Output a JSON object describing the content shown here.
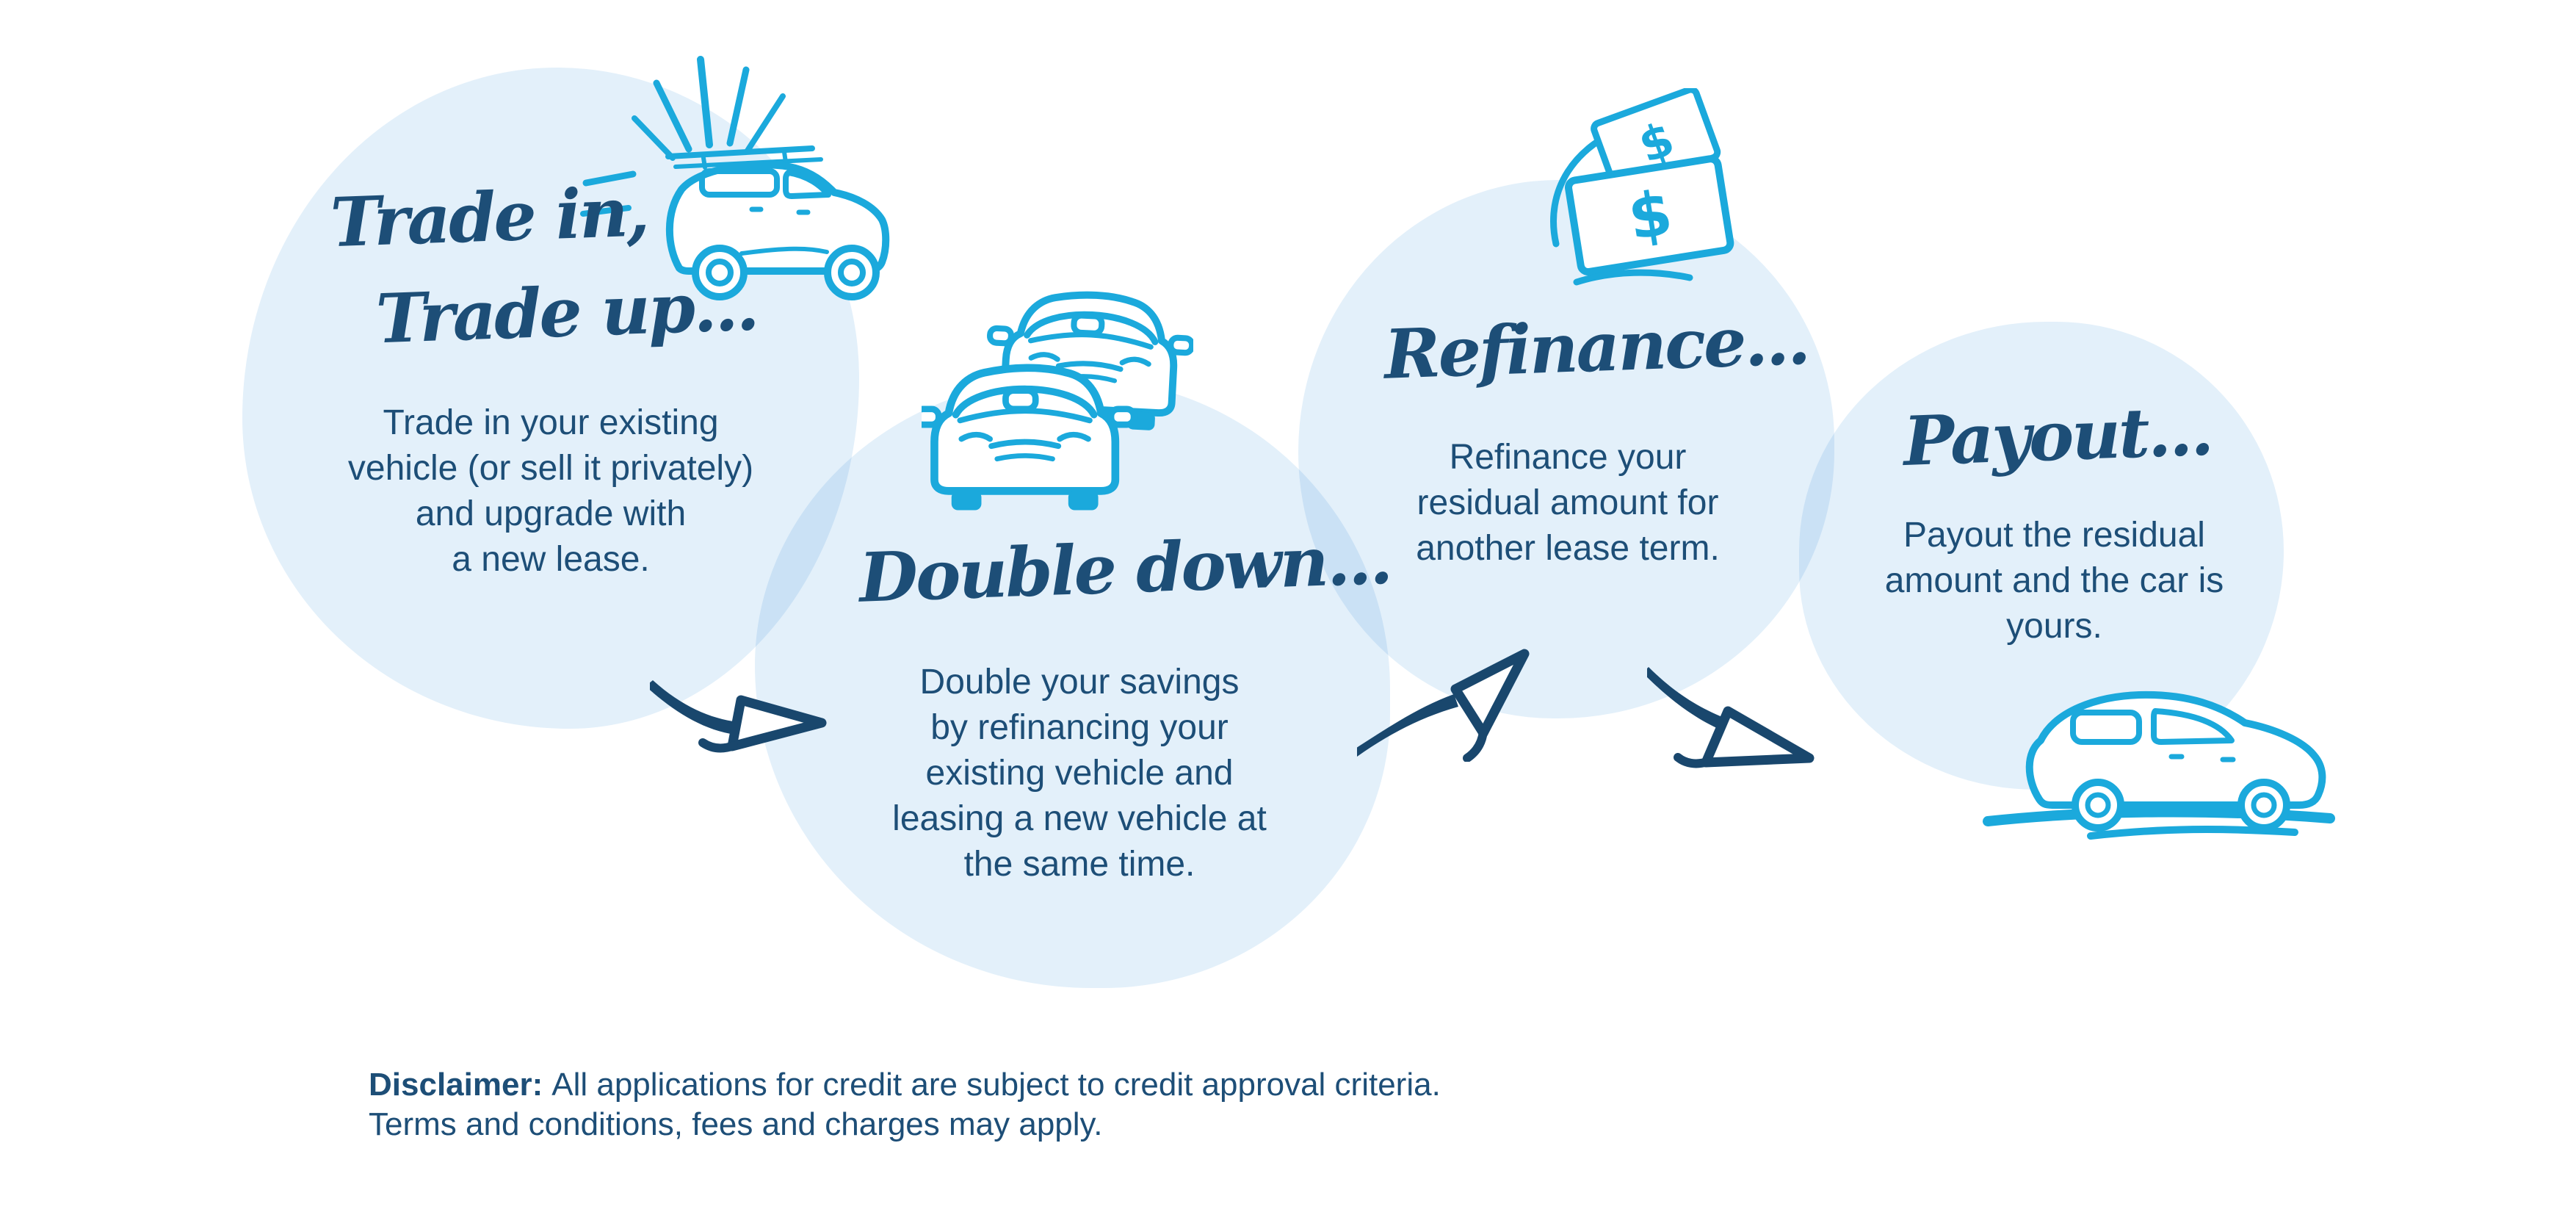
{
  "colors": {
    "navy": "#1d4e77",
    "arrow": "#19476d",
    "cyan": "#1ba9dc",
    "circle": "#e3f0fa"
  },
  "steps": [
    {
      "heading_line1": "Trade in,",
      "heading_line2": "Trade up...",
      "body_lines": [
        "Trade in your existing",
        "vehicle (or sell it privately)",
        "and upgrade with",
        "a new lease."
      ],
      "icon": "sparkle-car"
    },
    {
      "heading": "Double down...",
      "body_lines": [
        "Double your savings",
        "by refinancing your",
        "existing vehicle and",
        "leasing a new vehicle at",
        "the same time."
      ],
      "icon": "two-cars"
    },
    {
      "heading": "Refinance...",
      "body_lines": [
        "Refinance your",
        "residual amount for",
        "another lease term."
      ],
      "icon": "dollar-bills"
    },
    {
      "heading": "Payout...",
      "body_lines": [
        "Payout the residual",
        "amount and the car is",
        "yours."
      ],
      "icon": "owned-car"
    }
  ],
  "disclaimer": {
    "label": "Disclaimer:",
    "line1_rest": "All applications for credit are subject to credit approval criteria.",
    "line2": "Terms and conditions, fees and charges may apply."
  }
}
